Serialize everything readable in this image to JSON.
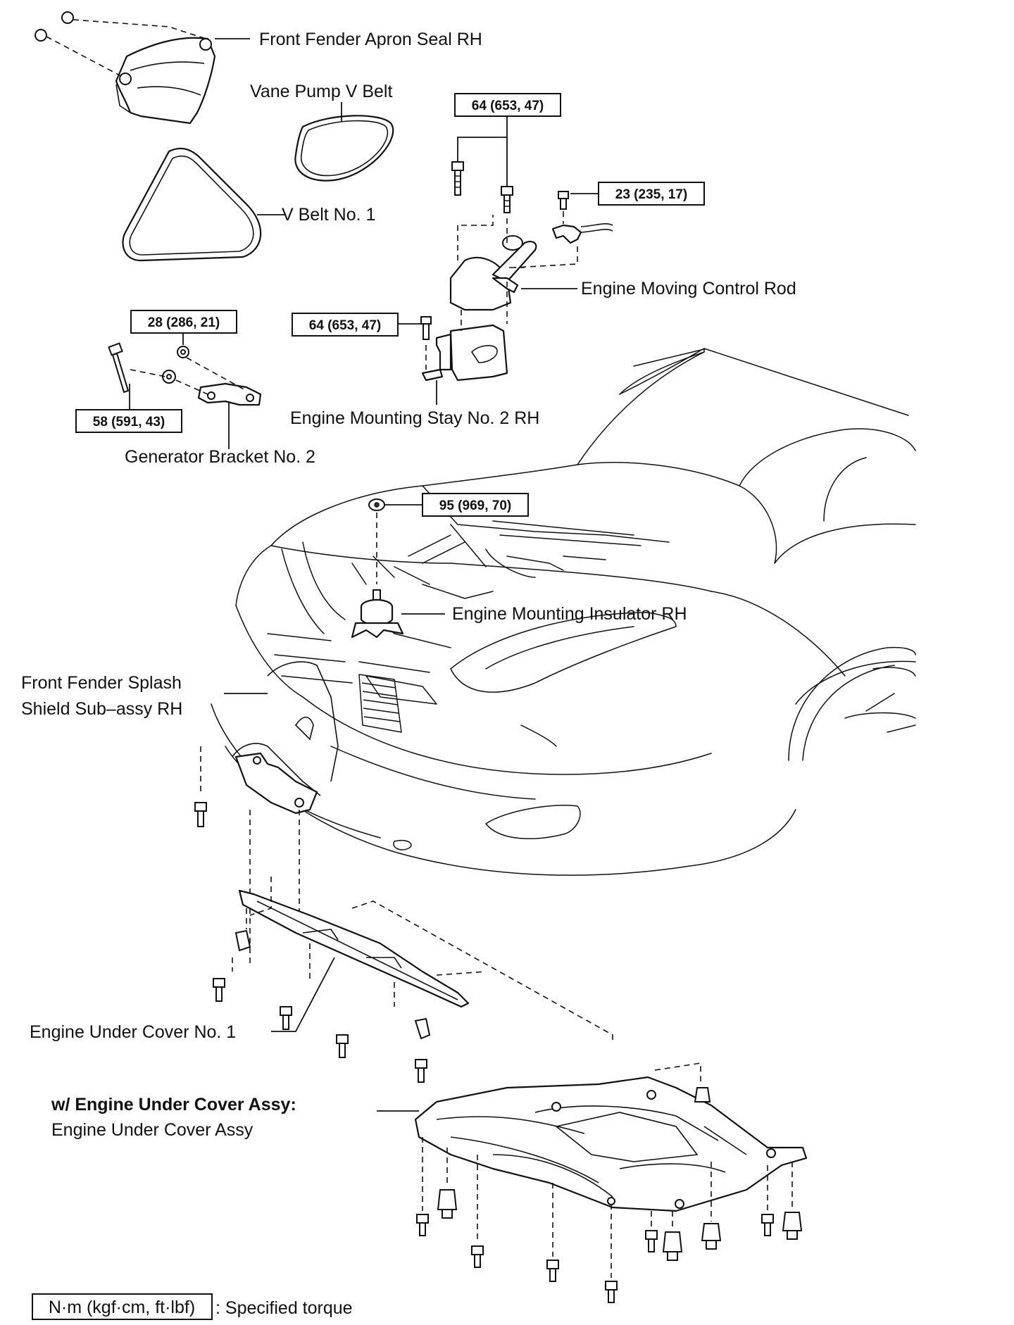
{
  "labels": {
    "front_fender_apron_seal": "Front Fender Apron Seal RH",
    "vane_pump_v_belt": "Vane Pump V Belt",
    "v_belt_no1": "V Belt No. 1",
    "engine_moving_control_rod": "Engine Moving Control Rod",
    "engine_mounting_stay": "Engine Mounting Stay No. 2 RH",
    "generator_bracket": "Generator Bracket No. 2",
    "engine_mounting_insulator": "Engine Mounting Insulator RH",
    "splash_shield_line1": "Front Fender Splash",
    "splash_shield_line2": "Shield Sub–assy RH",
    "engine_under_cover_no1": "Engine Under Cover No. 1",
    "variant_heading": "w/ Engine Under Cover Assy:",
    "engine_under_cover_assy": "Engine Under Cover Assy"
  },
  "torques": {
    "control_rod_bolts": "64 (653, 47)",
    "control_rod_bracket": "23 (235, 17)",
    "mounting_stay": "64 (653, 47)",
    "generator_nut": "28 (286, 21)",
    "generator_bolt": "58 (591, 43)",
    "insulator_nut": "95 (969, 70)"
  },
  "legend": {
    "unit": "N·m (kgf·cm, ft·lbf)",
    "description": ": Specified torque"
  }
}
